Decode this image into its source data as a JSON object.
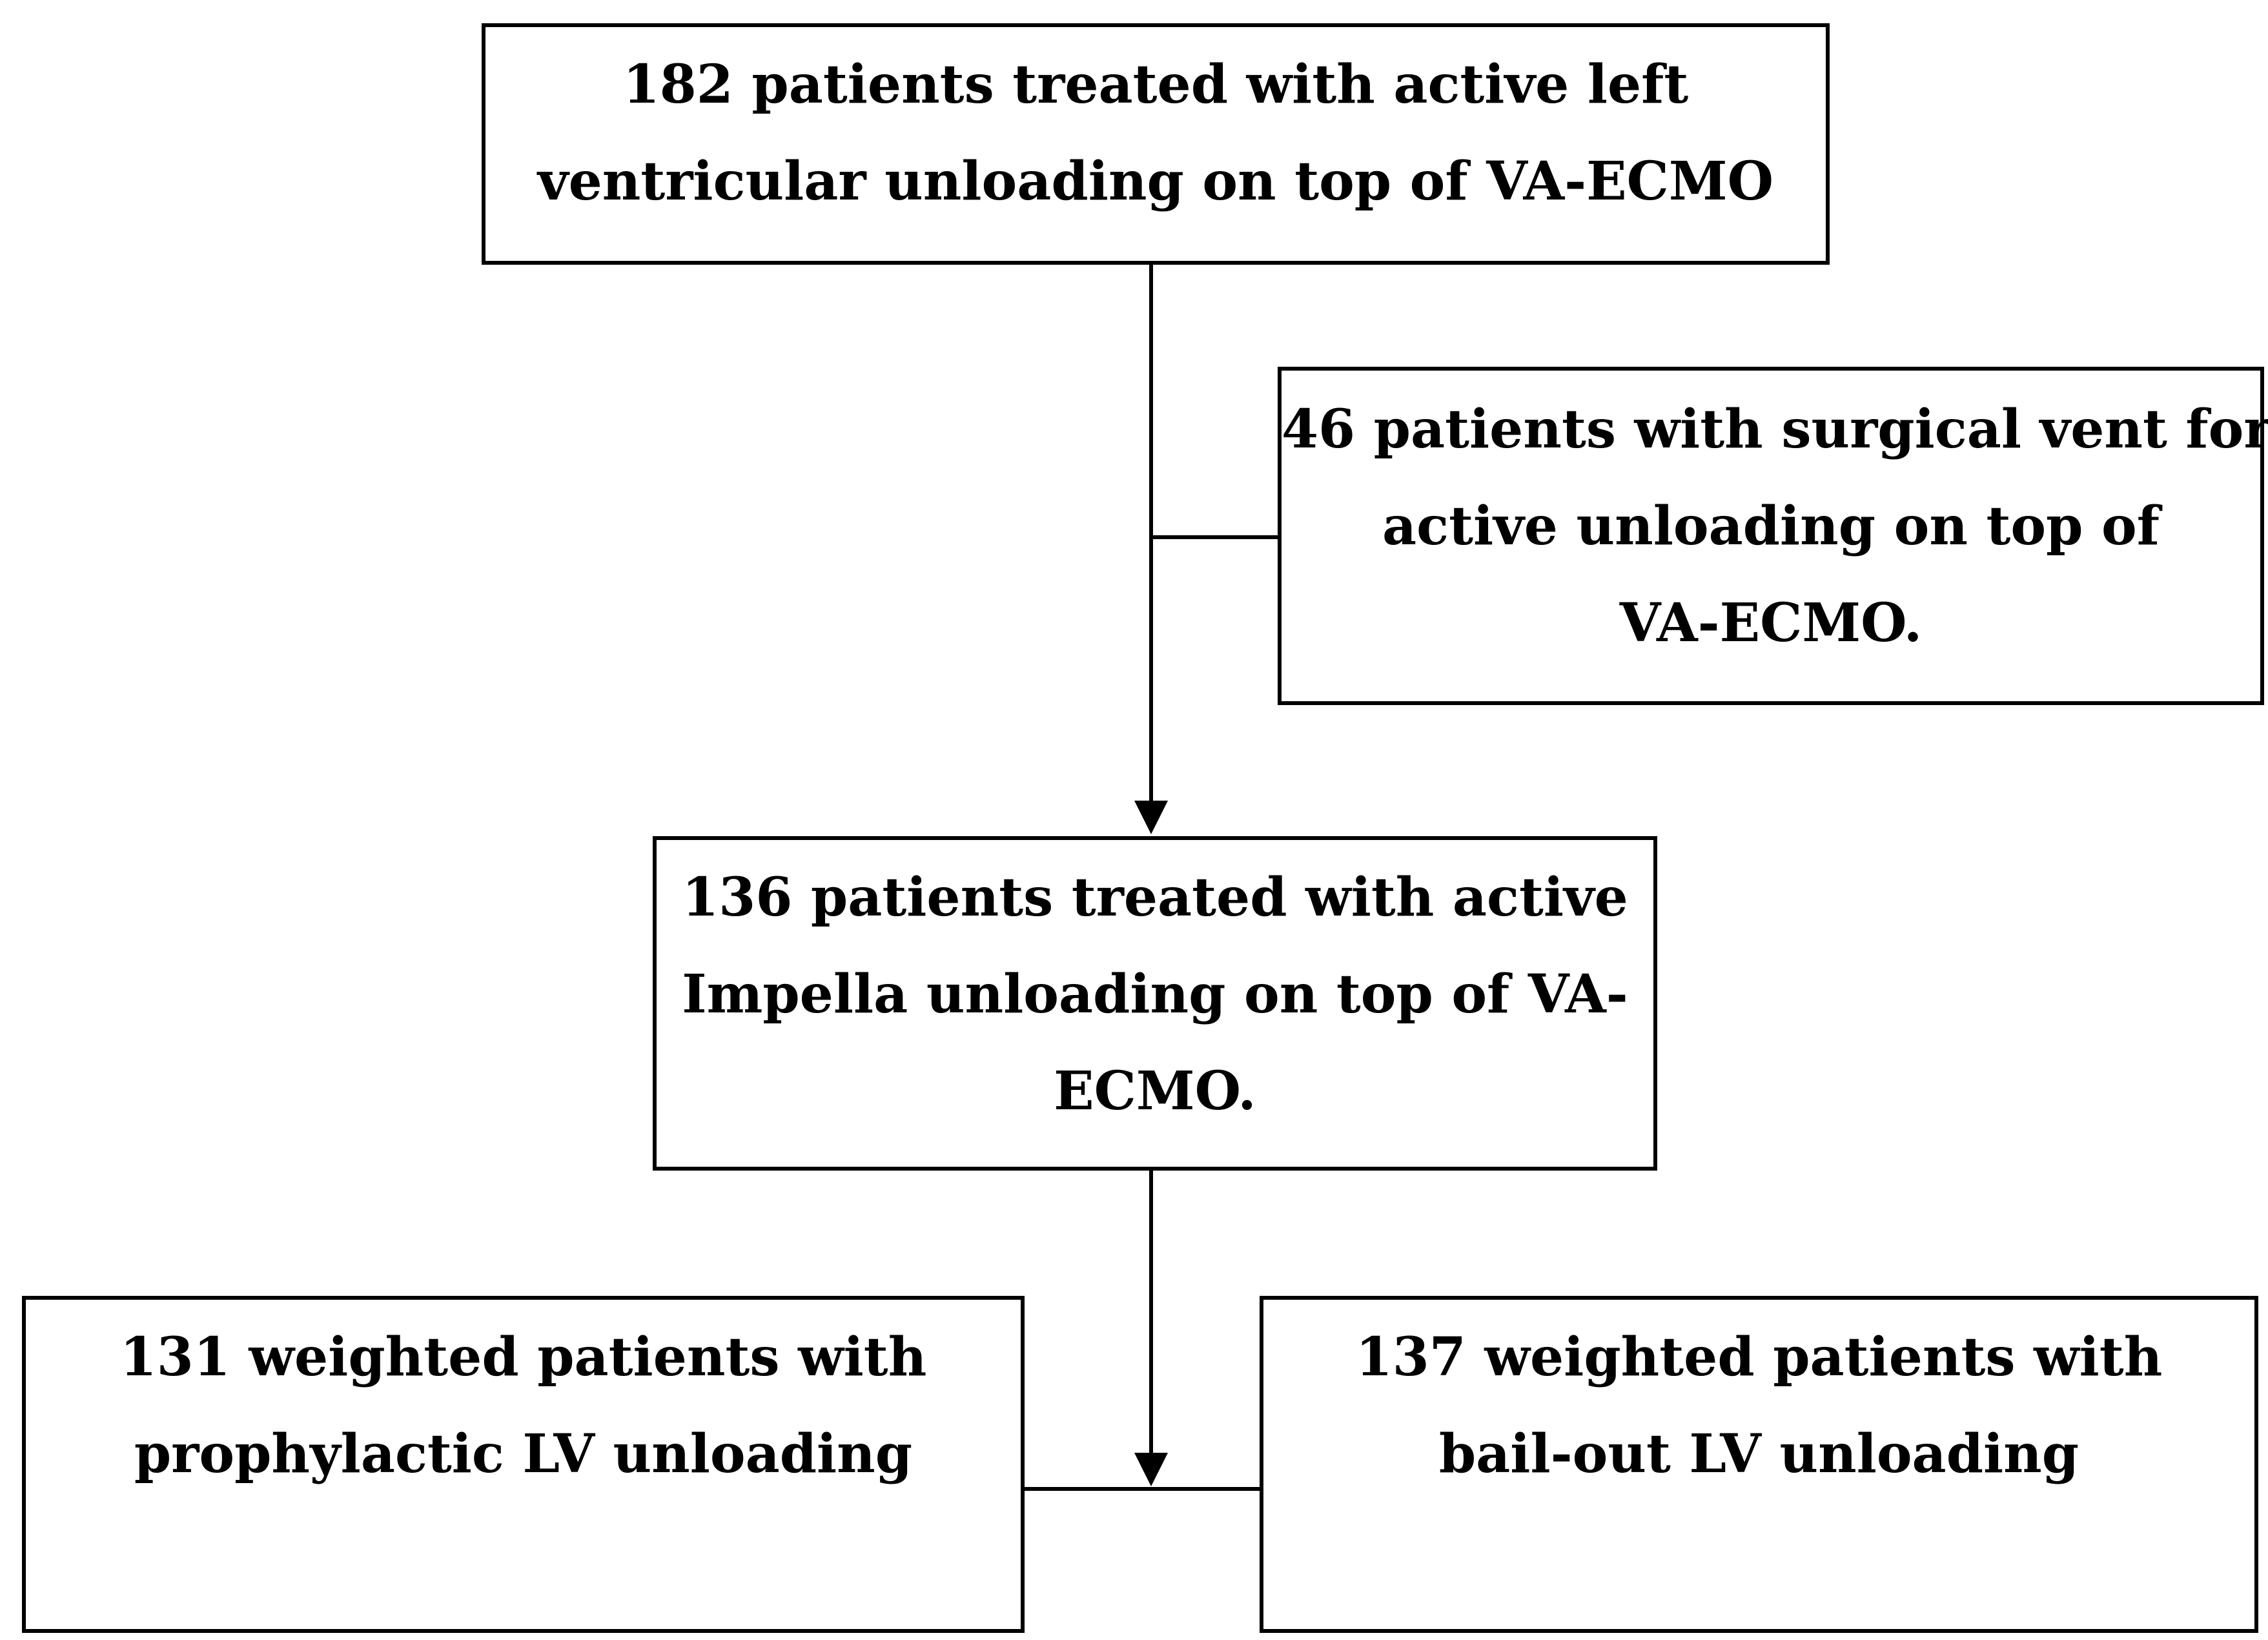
{
  "boxes": {
    "start": {
      "lines": [
        "182 patients treated with active left",
        "ventricular unloading on top of VA-ECMO"
      ]
    },
    "excluded": {
      "lines": [
        "46 patients with surgical vent for",
        "active unloading on top of",
        "VA-ECMO."
      ]
    },
    "impella": {
      "lines": [
        "136 patients treated with active",
        "Impella unloading on top of VA-",
        "ECMO."
      ]
    },
    "prophylactic": {
      "lines": [
        "131 weighted patients with",
        "prophylactic LV unloading"
      ]
    },
    "bailout": {
      "lines": [
        "137 weighted patients with",
        "bail-out LV unloading"
      ]
    }
  },
  "colors": {
    "stroke": "#000000",
    "background": "#ffffff",
    "text": "#000000"
  }
}
